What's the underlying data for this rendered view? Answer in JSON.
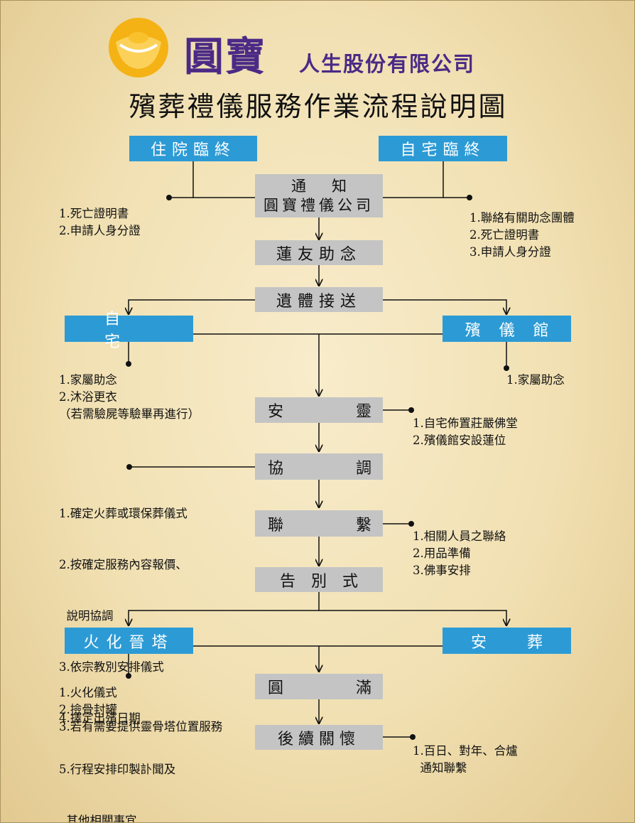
{
  "header": {
    "brand_name": "圓寶",
    "brand_sub": "人生股份有限公司",
    "title": "殯葬禮儀服務作業流程說明圖"
  },
  "colors": {
    "gray_box": "#c4c4c4",
    "blue_box": "#2c9bd5",
    "brand_purple": "#4b2a86",
    "logo_gold": "#f4b214",
    "background": "#f1e0b2"
  },
  "nodes": {
    "hospital": "住院臨終",
    "home_end": "自宅臨終",
    "notify_1": "通知",
    "notify_2": "圓寶禮儀公司",
    "lotus": "蓮友助念",
    "transport": "遺體接送",
    "home": "自宅",
    "funeral_home": "殯儀館",
    "anling_a": "安",
    "anling_b": "靈",
    "xietiao_a": "協",
    "xietiao_b": "調",
    "lianxi_a": "聯",
    "lianxi_b": "繫",
    "farewell": "告別式",
    "cremation": "火化晉塔",
    "burial_a": "安",
    "burial_b": "葬",
    "yuanman_a": "圓",
    "yuanman_b": "滿",
    "followup": "後續關懷"
  },
  "notes": {
    "hospital": [
      "1.死亡證明書",
      "2.申請人身分證"
    ],
    "home_end": [
      "1.聯絡有關助念團體",
      "2.死亡證明書",
      "3.申請人身分證"
    ],
    "home": [
      "1.家屬助念",
      "2.沐浴更衣",
      "（若需驗屍等驗畢再進行）"
    ],
    "funeral_home": [
      "1.家屬助念"
    ],
    "anling": [
      "1.自宅佈置莊嚴佛堂",
      "2.殯儀館安設蓮位"
    ],
    "xietiao": [
      "1.確定火葬或環保葬儀式",
      "2.按確定服務內容報價、",
      "  說明協調",
      "3.依宗教別安排儀式",
      "4.擇定出殯日期",
      "5.行程安排印製訃聞及",
      "  其他相關事宜"
    ],
    "lianxi": [
      "1.相關人員之聯絡",
      "2.用品準備",
      "3.佛事安排"
    ],
    "cremation": [
      "1.火化儀式",
      "2.撿骨封罐",
      "3.若有需要提供靈骨塔位置服務"
    ],
    "followup": [
      "1.百日、對年、合爐",
      "  通知聯繫"
    ]
  }
}
